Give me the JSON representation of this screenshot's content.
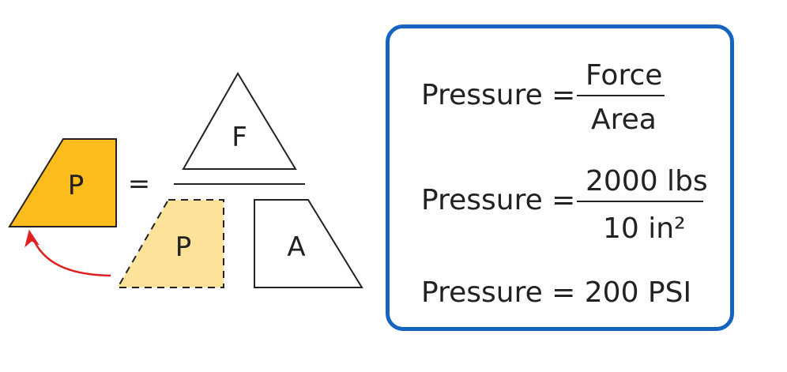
{
  "diagram": {
    "colors": {
      "pressure_fill": "#fbbc1c",
      "pressure_ghost_fill": "#fde29a",
      "arrow": "#e02020",
      "box_border": "#1565c0"
    },
    "shape_labels": {
      "pressure_left": "P",
      "equals": "=",
      "force": "F",
      "pressure_bottom": "P",
      "area": "A"
    }
  },
  "formulas": {
    "row1": {
      "left": "Pressure =",
      "numerator": "Force",
      "denominator": "Area"
    },
    "row2": {
      "left": "Pressure =",
      "numerator": "2000 lbs",
      "denominator": "10 in²"
    },
    "row3": {
      "text": "Pressure = 200 PSI"
    }
  }
}
